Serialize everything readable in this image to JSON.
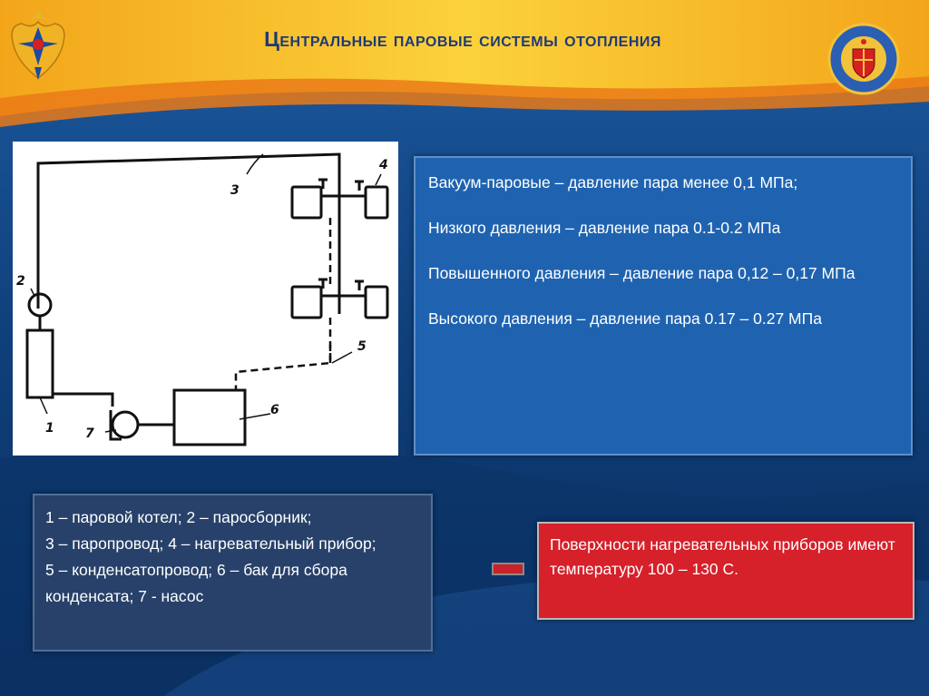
{
  "colors": {
    "header_gold": "#f6b51c",
    "header_orange": "#ee7d14",
    "background_blue": "#0f3f7a",
    "info_box": "#1f63b0",
    "legend_box": "#27416a",
    "note_box": "#d6202a"
  },
  "slide": {
    "title": "Центральные паровые системы отопления"
  },
  "logos": {
    "left": "emercom-emblem-icon",
    "right": "academy-round-seal-icon"
  },
  "diagram": {
    "labels": [
      "1",
      "2",
      "3",
      "4",
      "5",
      "6",
      "7"
    ]
  },
  "info": {
    "items": [
      "Вакуум-паровые – давление пара менее 0,1 МПа;",
      "Низкого давления – давление пара 0.1-0.2 МПа",
      "Повышенного давления – давление пара 0,12 – 0,17 МПа",
      "Высокого давления – давление пара 0.17 – 0.27 МПа"
    ]
  },
  "legend": {
    "text": "1 – паровой котел; 2 – паросборник;\n3 – паропровод; 4 – нагревательный прибор;\n 5 – конденсатопровод; 6 – бак для сбора конденсата; 7 - насос"
  },
  "note": {
    "text": "Поверхности нагревательных приборов имеют температуру 100 – 130 С."
  }
}
